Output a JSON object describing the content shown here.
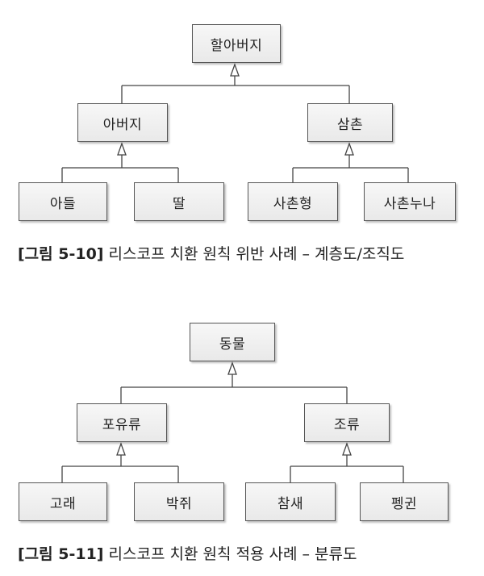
{
  "diagram1": {
    "root": "할아버지",
    "left": {
      "label": "아버지",
      "children": [
        "아들",
        "딸"
      ]
    },
    "right": {
      "label": "삼촌",
      "children": [
        "사촌형",
        "사촌누나"
      ]
    },
    "caption": {
      "fig": "[그림 5-10]",
      "text": " 리스코프 치환 원칙 위반 사례 – 계층도/조직도"
    }
  },
  "diagram2": {
    "root": "동물",
    "left": {
      "label": "포유류",
      "children": [
        "고래",
        "박쥐"
      ]
    },
    "right": {
      "label": "조류",
      "children": [
        "참새",
        "펭귄"
      ]
    },
    "caption": {
      "fig": "[그림 5-11]",
      "text": " 리스코프 치환 원칙 적용 사례 – 분류도"
    }
  }
}
